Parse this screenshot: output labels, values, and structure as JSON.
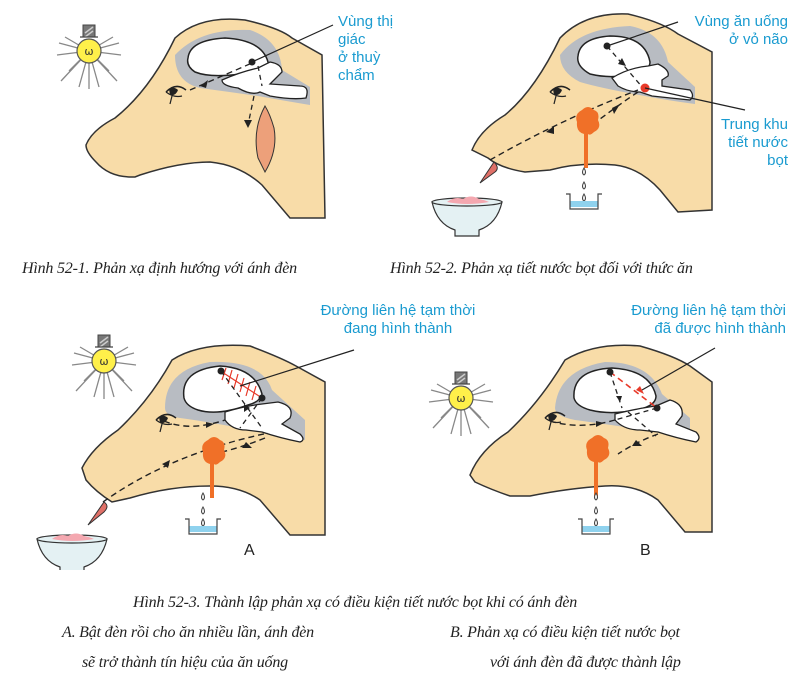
{
  "colors": {
    "skin": "#f8dca8",
    "brain_gray": "#b8bcc2",
    "label_blue": "#1a9bd0",
    "gland_orange": "#f07028",
    "muscle": "#eda07a",
    "tongue": "#e07068",
    "bulb_yellow": "#fff04a",
    "water": "#8fd2ee",
    "bowl": "#e4f1f3",
    "food_pink": "#f4a8b0",
    "red_link": "#e83a2a"
  },
  "fig1": {
    "label_line1": "Vùng thị giác",
    "label_line2": "ở thuỳ chẩm",
    "caption": "Hình 52-1. Phản xạ định hướng với ánh đèn",
    "icons": [
      "light-bulb-icon",
      "eye-icon",
      "muscle-icon"
    ]
  },
  "fig2": {
    "label_top_line1": "Vùng ăn uống",
    "label_top_line2": "ở vỏ não",
    "label_side_line1": "Trung khu",
    "label_side_line2": "tiết nước",
    "label_side_line3": "bọt",
    "caption": "Hình 52-2. Phản xạ tiết nước bọt đối với thức ăn",
    "icons": [
      "eye-icon",
      "salivary-gland-icon",
      "food-bowl-icon",
      "saliva-beaker-icon"
    ]
  },
  "fig3a": {
    "label_line1": "Đường liên hệ tạm thời",
    "label_line2": "đang hình thành",
    "letter": "A",
    "icons": [
      "light-bulb-icon",
      "eye-icon",
      "salivary-gland-icon",
      "food-bowl-icon",
      "saliva-beaker-icon"
    ]
  },
  "fig3b": {
    "label_line1": "Đường liên hệ tạm thời",
    "label_line2": "đã được hình thành",
    "letter": "B",
    "icons": [
      "light-bulb-icon",
      "eye-icon",
      "salivary-gland-icon",
      "saliva-beaker-icon"
    ]
  },
  "fig3": {
    "caption": "Hình 52-3. Thành lập phản xạ có điều kiện tiết nước bọt khi có ánh đèn",
    "note_a_line1": "A. Bật đèn rồi cho ăn nhiều lần, ánh đèn",
    "note_a_line2": "sẽ trở thành tín hiệu của ăn uống",
    "note_b_line1": "B. Phản xạ có điều kiện tiết nước bọt",
    "note_b_line2": "với ánh đèn đã được thành lập"
  }
}
